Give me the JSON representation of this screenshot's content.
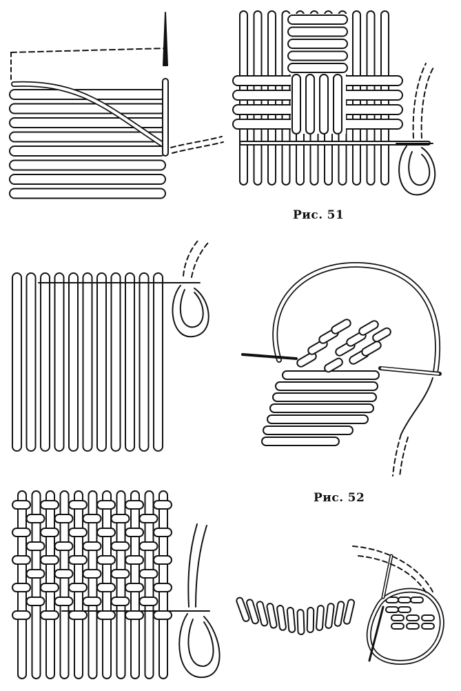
{
  "captions": {
    "fig51": {
      "prefix": "Рис.",
      "number": "51"
    },
    "fig52": {
      "prefix": "Рис.",
      "number": "52"
    }
  },
  "colors": {
    "ink": "#111111",
    "paper": "#ffffff"
  }
}
